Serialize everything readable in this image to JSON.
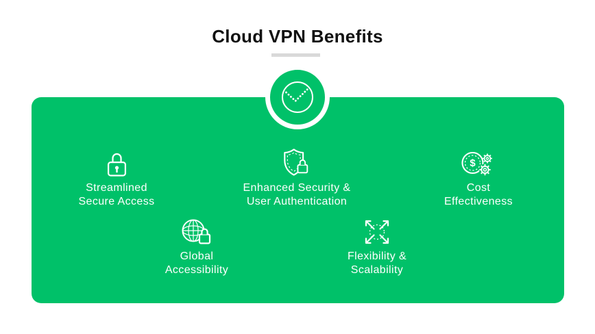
{
  "header": {
    "title": "Cloud VPN Benefits"
  },
  "badge": {
    "icon": "check-icon"
  },
  "panel": {
    "currency_symbol": "$",
    "benefits": [
      {
        "icon": "padlock-icon",
        "label_line1": "Streamlined",
        "label_line2": "Secure Access"
      },
      {
        "icon": "shield-lock-icon",
        "label_line1": "Enhanced Security &",
        "label_line2": "User Authentication"
      },
      {
        "icon": "coin-gears-icon",
        "label_line1": "Cost",
        "label_line2": "Effectiveness"
      },
      {
        "icon": "globe-lock-icon",
        "label_line1": "Global",
        "label_line2": "Accessibility"
      },
      {
        "icon": "expand-arrows-icon",
        "label_line1": "Flexibility &",
        "label_line2": "Scalability"
      }
    ]
  },
  "colors": {
    "brand_green": "#00c169",
    "divider_gray": "#d9d9d9",
    "title_text": "#111111",
    "panel_text": "#ffffff"
  }
}
